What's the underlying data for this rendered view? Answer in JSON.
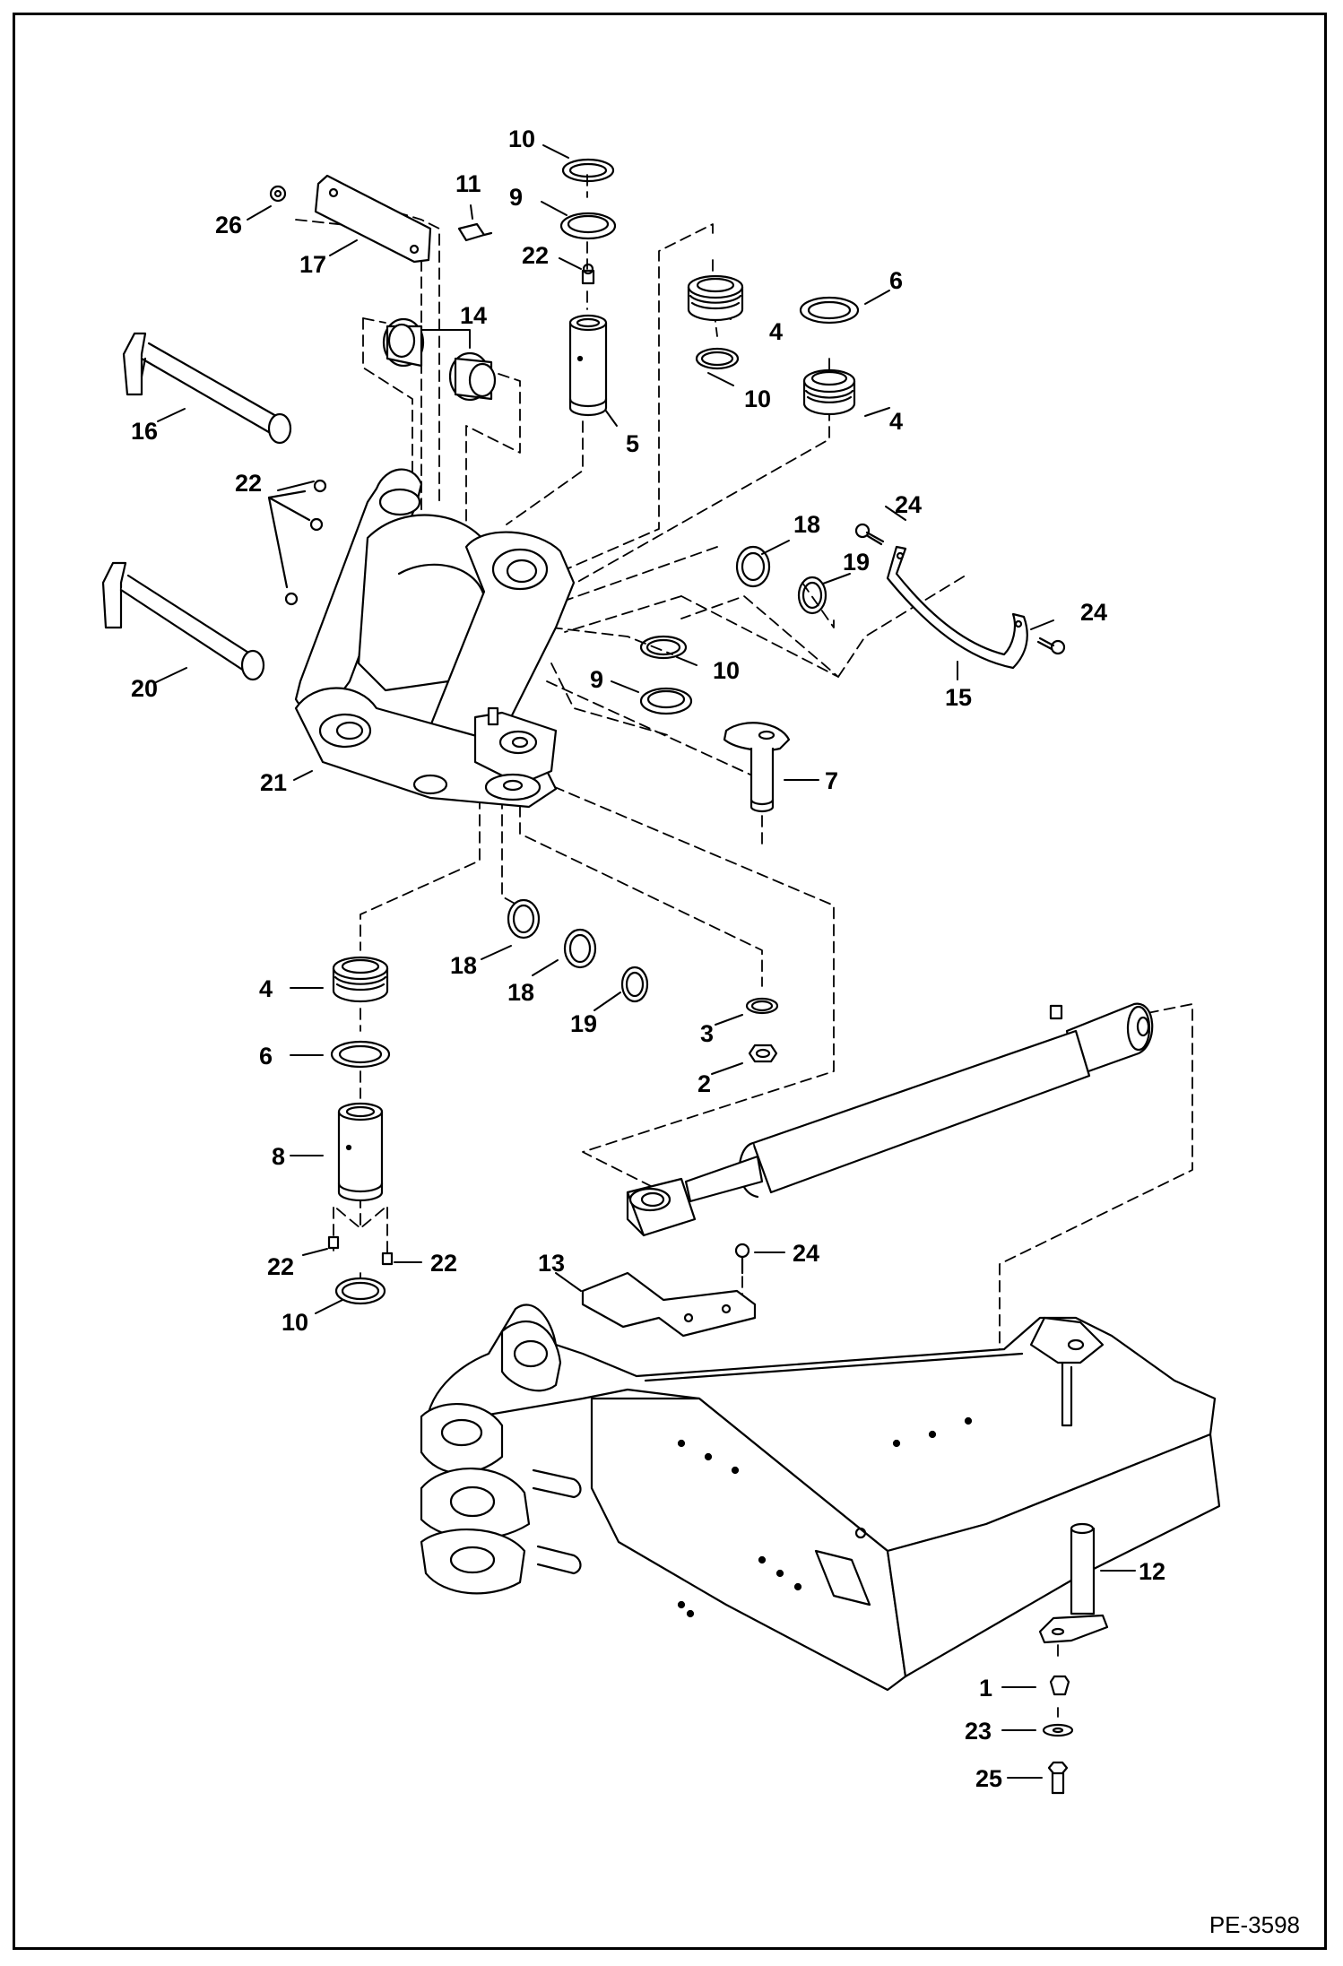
{
  "figure": {
    "reference": "PE-3598",
    "callouts": [
      "10",
      "9",
      "22",
      "11",
      "26",
      "17",
      "14",
      "4",
      "6",
      "10",
      "4",
      "5",
      "16",
      "22",
      "18",
      "24",
      "19",
      "24",
      "15",
      "10",
      "9",
      "20",
      "21",
      "7",
      "4",
      "18",
      "18",
      "19",
      "3",
      "6",
      "2",
      "8",
      "22",
      "22",
      "10",
      "13",
      "24",
      "12",
      "1",
      "23",
      "25"
    ]
  },
  "colors": {
    "line": "#000000",
    "background": "#ffffff",
    "part_fill": "#ffffff",
    "part_shade": "#d9d9d9"
  }
}
